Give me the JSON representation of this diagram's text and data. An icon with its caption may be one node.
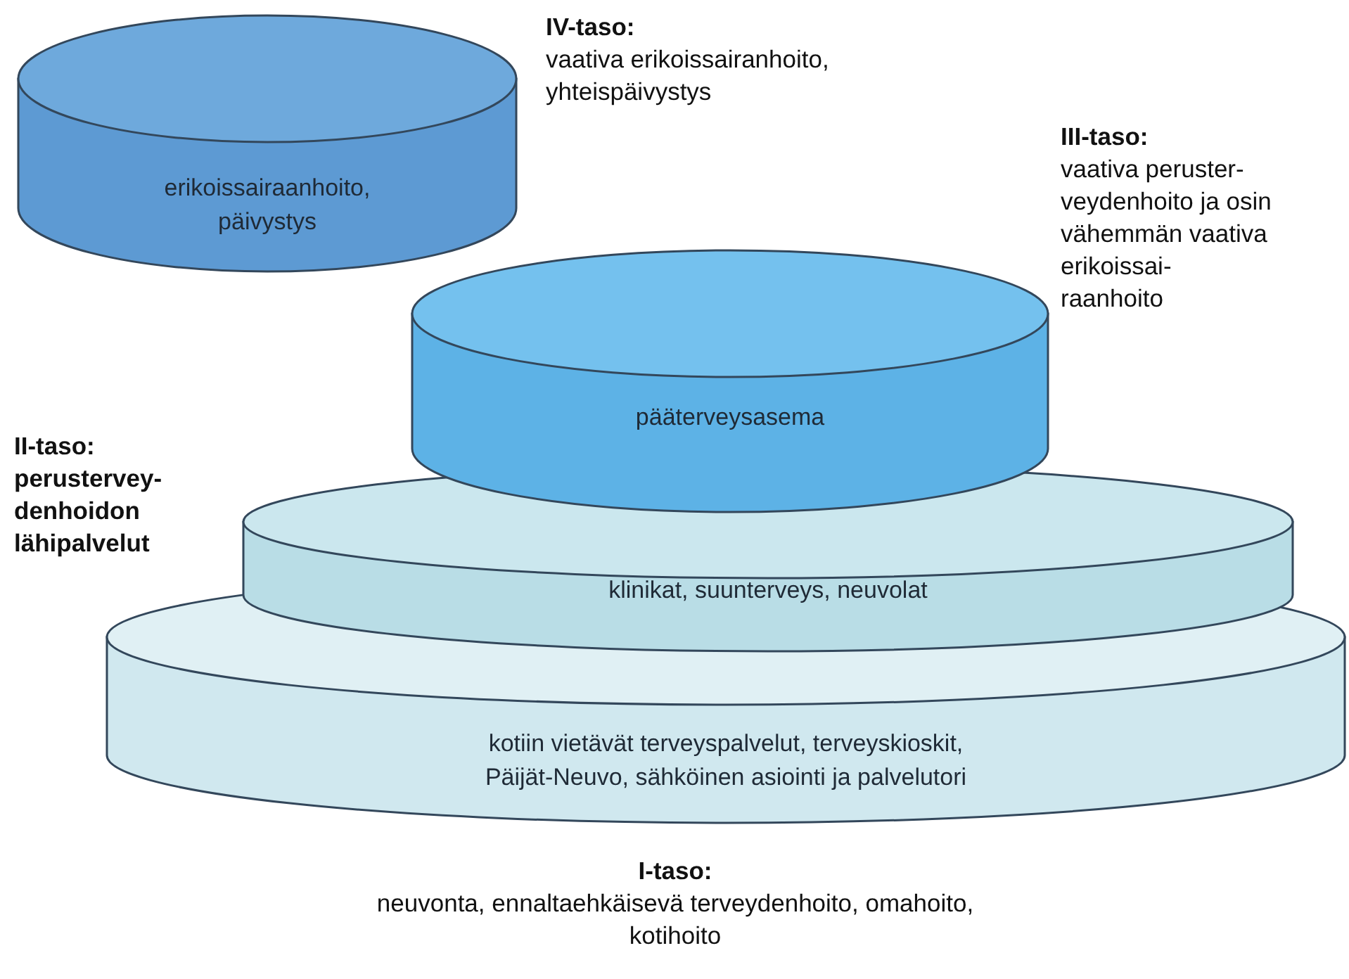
{
  "diagram": {
    "nodes": [
      {
        "text": [
          "erikoissairaanhoito, päivystys"
        ],
        "beside": [
          "IV-taso:",
          "vaativa erikoissairanhoito, yhteispäivystys"
        ]
      },
      {
        "text": [
          "pääterveysasema"
        ],
        "beside": [
          "III-taso:",
          "vaativa peruster- veydenhoito ja osin vähemmän vaativa erikoissai- raanhoito"
        ]
      },
      {
        "text": [
          "klinikat, suunterveys, neuvolat"
        ]
      },
      {
        "text": [
          "kotiin vietävät terveyspalvelut, terveyskioskit, Päijät-Neuvo, sähköinen asiointi ja palvelutori"
        ],
        "beside": [
          "I-taso:",
          "neuvonta, ennaltaehkäisevä terveydenhoito, omahoito, kotihoito"
        ]
      }
    ],
    "labels": [
      "II-taso: perustervey- denhoidon lähipalvelut"
    ]
  }
}
